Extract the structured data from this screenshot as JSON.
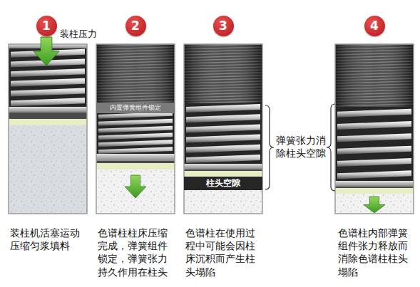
{
  "diagram": {
    "nodes": [
      {
        "text": [
          "1"
        ]
      },
      {
        "text": [
          "2"
        ]
      },
      {
        "text": [
          "3"
        ]
      },
      {
        "text": [
          "4"
        ]
      },
      {
        "text": [
          "内置弹簧组件锁定"
        ]
      },
      {
        "text": [
          "柱头空隙"
        ]
      }
    ],
    "labels": [
      "装柱压力",
      "弹簧张力消除柱头空隙",
      "装柱机活塞运动压缩匀浆填料",
      "色谱柱柱床压缩完成，弹簧组件锁定，弹簧张力持久作用在柱头",
      "色谱柱在使用过程中可能会因柱床沉积而产生柱头塌陷",
      "色谱柱内部弹簧组件张力释放而消除色谱柱柱头塌陷"
    ]
  }
}
